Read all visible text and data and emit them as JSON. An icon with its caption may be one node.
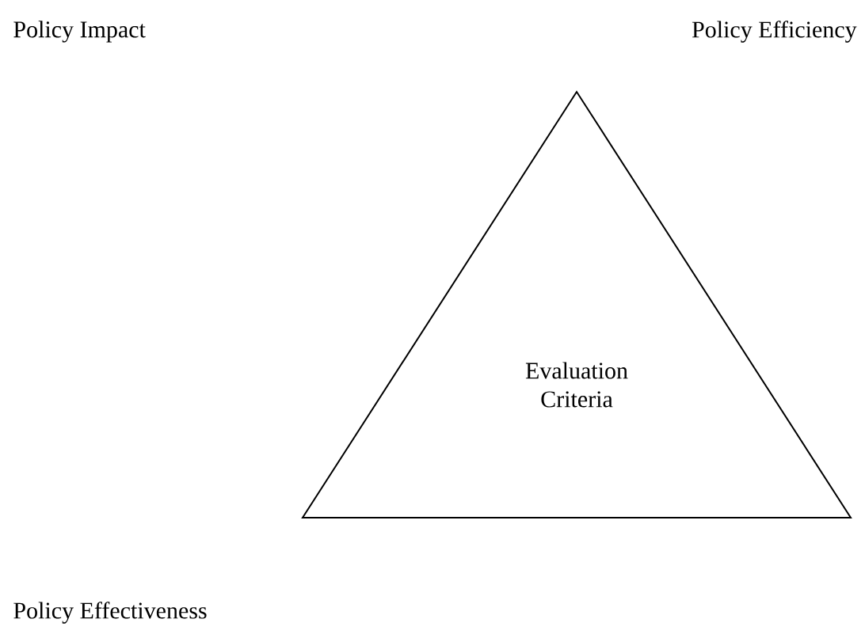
{
  "diagram": {
    "nodes": [
      {
        "text": [
          "Evaluation Criteria"
        ]
      }
    ],
    "labels": [
      "Policy Impact",
      "Policy Efficiency",
      "Policy Effectiveness"
    ]
  }
}
